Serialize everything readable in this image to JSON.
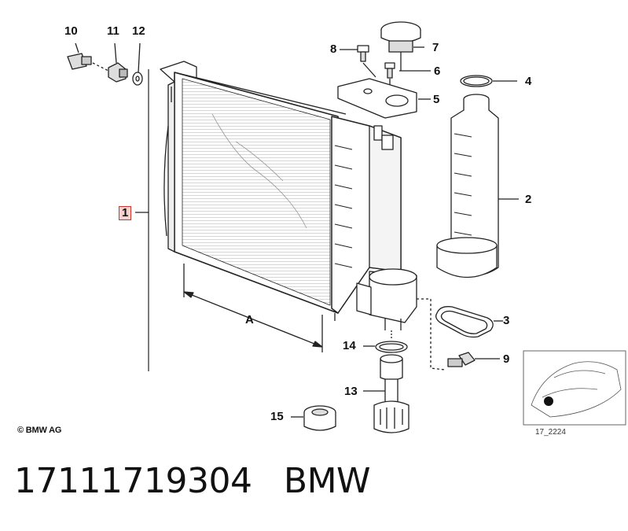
{
  "diagram": {
    "callouts": [
      {
        "id": "10",
        "label": "10"
      },
      {
        "id": "11",
        "label": "11"
      },
      {
        "id": "12",
        "label": "12"
      },
      {
        "id": "8",
        "label": "8"
      },
      {
        "id": "7",
        "label": "7"
      },
      {
        "id": "6",
        "label": "6"
      },
      {
        "id": "4",
        "label": "4"
      },
      {
        "id": "5",
        "label": "5"
      },
      {
        "id": "2",
        "label": "2"
      },
      {
        "id": "1",
        "label": "1",
        "highlighted": true
      },
      {
        "id": "3",
        "label": "3"
      },
      {
        "id": "14",
        "label": "14"
      },
      {
        "id": "9",
        "label": "9"
      },
      {
        "id": "13",
        "label": "13"
      },
      {
        "id": "15",
        "label": "15"
      }
    ],
    "dimension_label": "A",
    "copyright": "© BMW AG",
    "reference_code": "17_2224",
    "highlight_color": "#d0342c"
  },
  "footer": {
    "part_number": "17111719304",
    "brand": "BMW"
  }
}
